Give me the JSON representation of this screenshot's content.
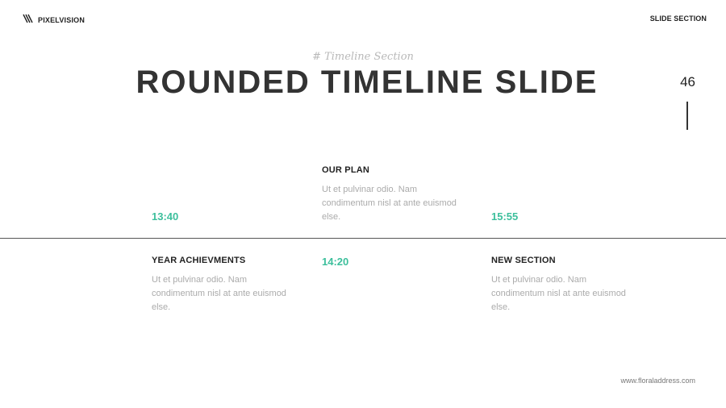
{
  "brand": {
    "name": "PIXELVISION",
    "logo_icon": "stripes-logo-icon"
  },
  "header": {
    "section_label": "SLIDE SECTION",
    "subtitle": "# Timeline Section",
    "title": "ROUNDED TIMELINE SLIDE",
    "page_number": "46"
  },
  "timeline": {
    "accent_color": "#3cbf9c",
    "items": [
      {
        "time": "13:40",
        "title": "YEAR ACHIEVMENTS",
        "body": "Ut et pulvinar odio. Nam condimentum nisl at ante euismod else."
      },
      {
        "time": "14:20",
        "title": "OUR PLAN",
        "body": "Ut et pulvinar odio. Nam condimentum nisl at ante euismod else."
      },
      {
        "time": "15:55",
        "title": "NEW SECTION",
        "body": "Ut et pulvinar odio. Nam condimentum nisl at ante euismod else."
      }
    ]
  },
  "footer": {
    "url": "www.floraladdress.com"
  }
}
